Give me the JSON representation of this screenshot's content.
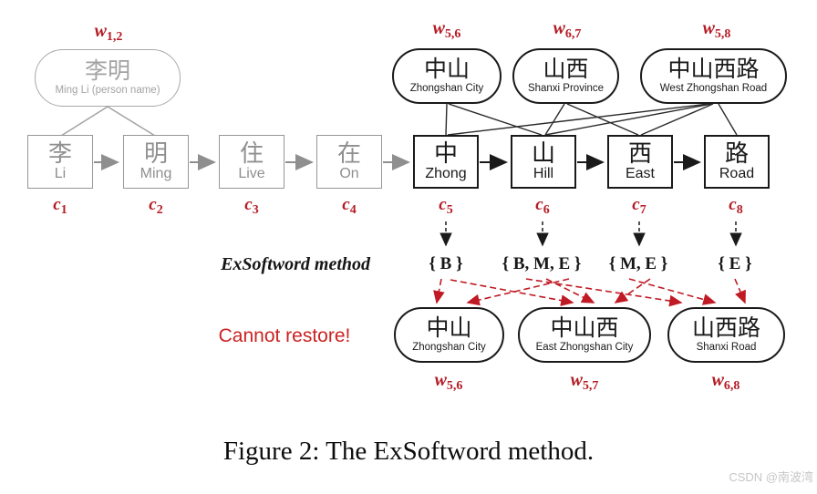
{
  "figure": {
    "caption": "Figure 2: The ExSoftword method.",
    "watermark": "CSDN @南波湾",
    "method_label": "ExSoftword method",
    "cannot_restore": "Cannot restore!"
  },
  "colors": {
    "label_red": "#b51b24",
    "cannot_restore_red": "#cc2222",
    "gray": "#8f8f8f",
    "black": "#1a1a1a"
  },
  "person_word": {
    "base": "w",
    "sub": "1,2",
    "zh": "李明",
    "en": "Ming Li (person name)"
  },
  "top_words": [
    {
      "base": "w",
      "sub": "5,6",
      "zh": "中山",
      "en": "Zhongshan City"
    },
    {
      "base": "w",
      "sub": "6,7",
      "zh": "山西",
      "en": "Shanxi Province"
    },
    {
      "base": "w",
      "sub": "5,8",
      "zh": "中山西路",
      "en": "West Zhongshan Road"
    }
  ],
  "characters": [
    {
      "zh": "李",
      "en": "Li",
      "c_base": "c",
      "c_sub": "1"
    },
    {
      "zh": "明",
      "en": "Ming",
      "c_base": "c",
      "c_sub": "2"
    },
    {
      "zh": "住",
      "en": "Live",
      "c_base": "c",
      "c_sub": "3"
    },
    {
      "zh": "在",
      "en": "On",
      "c_base": "c",
      "c_sub": "4"
    },
    {
      "zh": "中",
      "en": "Zhong",
      "c_base": "c",
      "c_sub": "5"
    },
    {
      "zh": "山",
      "en": "Hill",
      "c_base": "c",
      "c_sub": "6"
    },
    {
      "zh": "西",
      "en": "East",
      "c_base": "c",
      "c_sub": "7"
    },
    {
      "zh": "路",
      "en": "Road",
      "c_base": "c",
      "c_sub": "8"
    }
  ],
  "label_sets": [
    "{ B }",
    "{ B, M, E }",
    "{ M, E }",
    "{ E }"
  ],
  "bottom_words": [
    {
      "base": "w",
      "sub": "5,6",
      "zh": "中山",
      "en": "Zhongshan City"
    },
    {
      "base": "w",
      "sub": "5,7",
      "zh": "中山西",
      "en": "East Zhongshan City"
    },
    {
      "base": "w",
      "sub": "6,8",
      "zh": "山西路",
      "en": "Shanxi Road"
    }
  ]
}
